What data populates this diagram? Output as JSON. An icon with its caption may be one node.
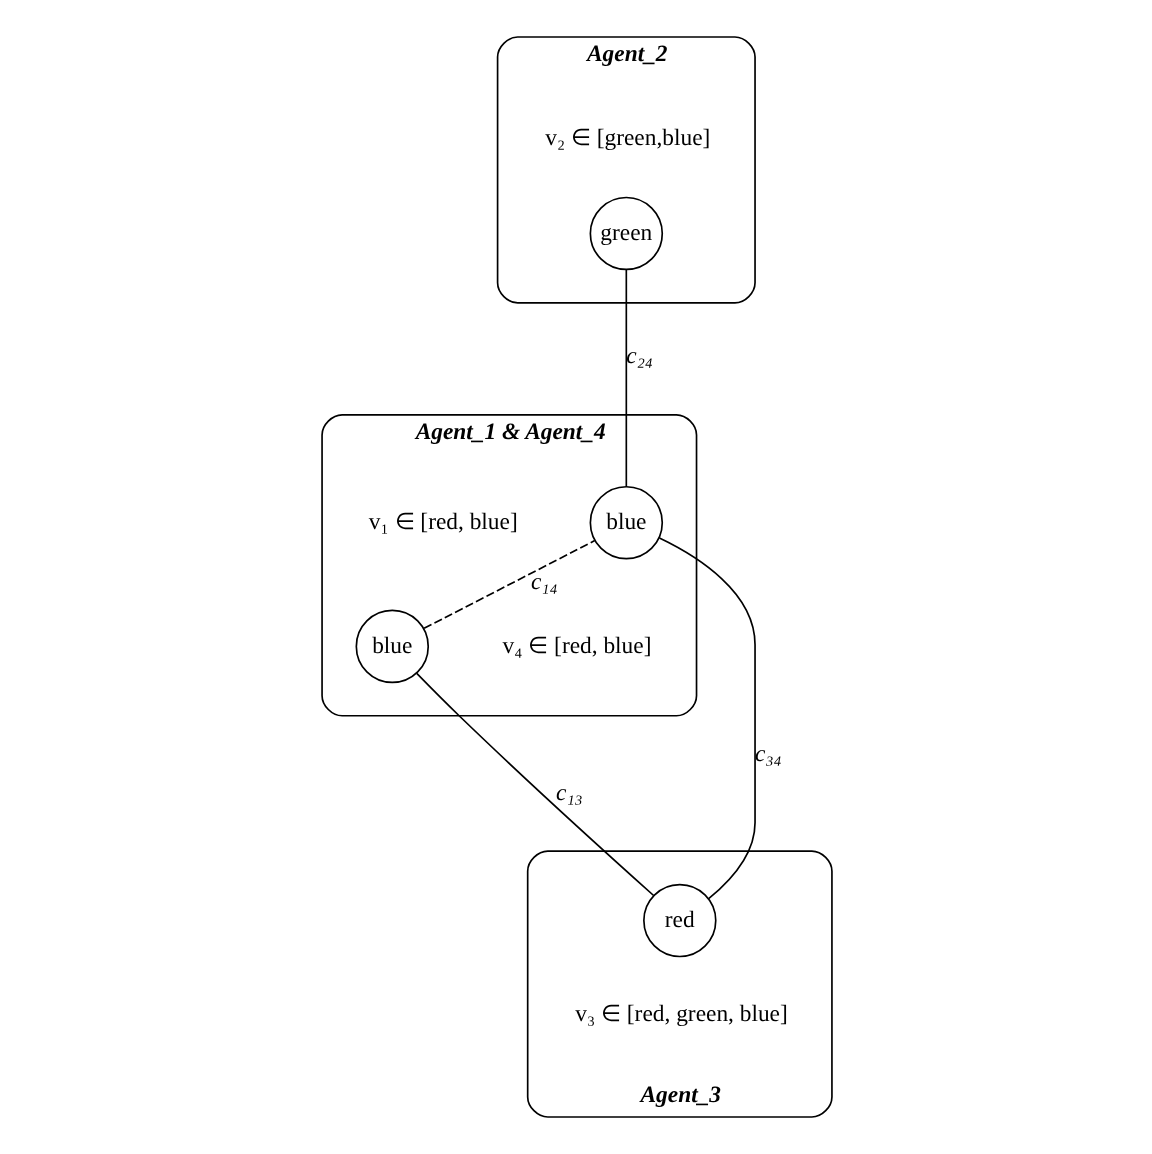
{
  "diagram": {
    "nodes": [
      {
        "text": [
          "Agent_1 & Agent_4"
        ]
      },
      {
        "text": [
          "blue"
        ],
        "in": 0,
        "beside": [
          "v₁ ∈ [red, blue]"
        ]
      },
      {
        "text": [
          "blue"
        ],
        "in": 0,
        "beside": [
          "v₄ ∈ [red, blue]"
        ]
      },
      {
        "text": [
          "Agent_2"
        ]
      },
      {
        "text": [
          "green"
        ],
        "in": 3,
        "beside": [
          "v₂ ∈ [green,blue]"
        ]
      },
      {
        "text": [
          "Agent_3"
        ]
      },
      {
        "text": [
          "red"
        ],
        "in": 5,
        "beside": [
          "v₃ ∈ [red, green, blue]"
        ]
      }
    ],
    "edges": [
      {
        "from": 4,
        "to": 2,
        "arrow": "none",
        "label": "c₂₄"
      },
      {
        "from": 1,
        "to": 2,
        "arrow": "none",
        "label": "c₁₄",
        "style": "dashed"
      },
      {
        "from": 1,
        "to": 6,
        "arrow": "none",
        "label": "c₁₃"
      },
      {
        "from": 2,
        "to": 6,
        "arrow": "none",
        "label": "c₃₄"
      }
    ]
  }
}
